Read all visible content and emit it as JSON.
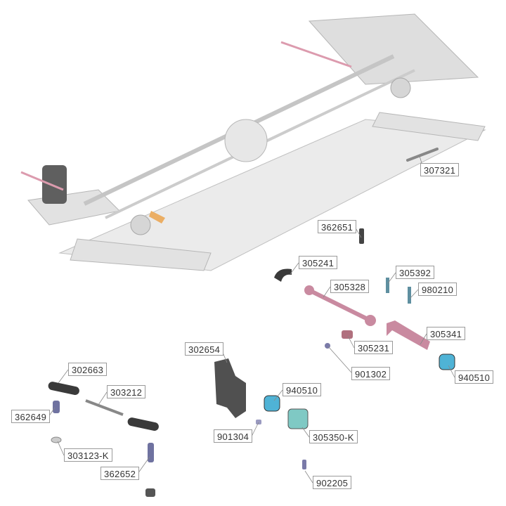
{
  "diagram": {
    "parts": [
      {
        "id": "p307321",
        "number": "307321"
      },
      {
        "id": "p362651",
        "number": "362651"
      },
      {
        "id": "p305241",
        "number": "305241"
      },
      {
        "id": "p305392",
        "number": "305392"
      },
      {
        "id": "p305328",
        "number": "305328"
      },
      {
        "id": "p980210",
        "number": "980210"
      },
      {
        "id": "p305341",
        "number": "305341"
      },
      {
        "id": "p305231",
        "number": "305231"
      },
      {
        "id": "p901302",
        "number": "901302"
      },
      {
        "id": "p940510a",
        "number": "940510"
      },
      {
        "id": "p302654",
        "number": "302654"
      },
      {
        "id": "p302663",
        "number": "302663"
      },
      {
        "id": "p303212",
        "number": "303212"
      },
      {
        "id": "p940510b",
        "number": "940510"
      },
      {
        "id": "p362649",
        "number": "362649"
      },
      {
        "id": "p901304",
        "number": "901304"
      },
      {
        "id": "p305350K",
        "number": "305350-K"
      },
      {
        "id": "p303123K",
        "number": "303123-K"
      },
      {
        "id": "p362652",
        "number": "362652"
      },
      {
        "id": "p902205",
        "number": "902205"
      }
    ],
    "colors": {
      "chassis": "#c9c9c9",
      "pink": "#c98aa0",
      "blue": "#4fb3d6",
      "dark": "#3d3d3d",
      "screw": "#6f72a0"
    }
  }
}
